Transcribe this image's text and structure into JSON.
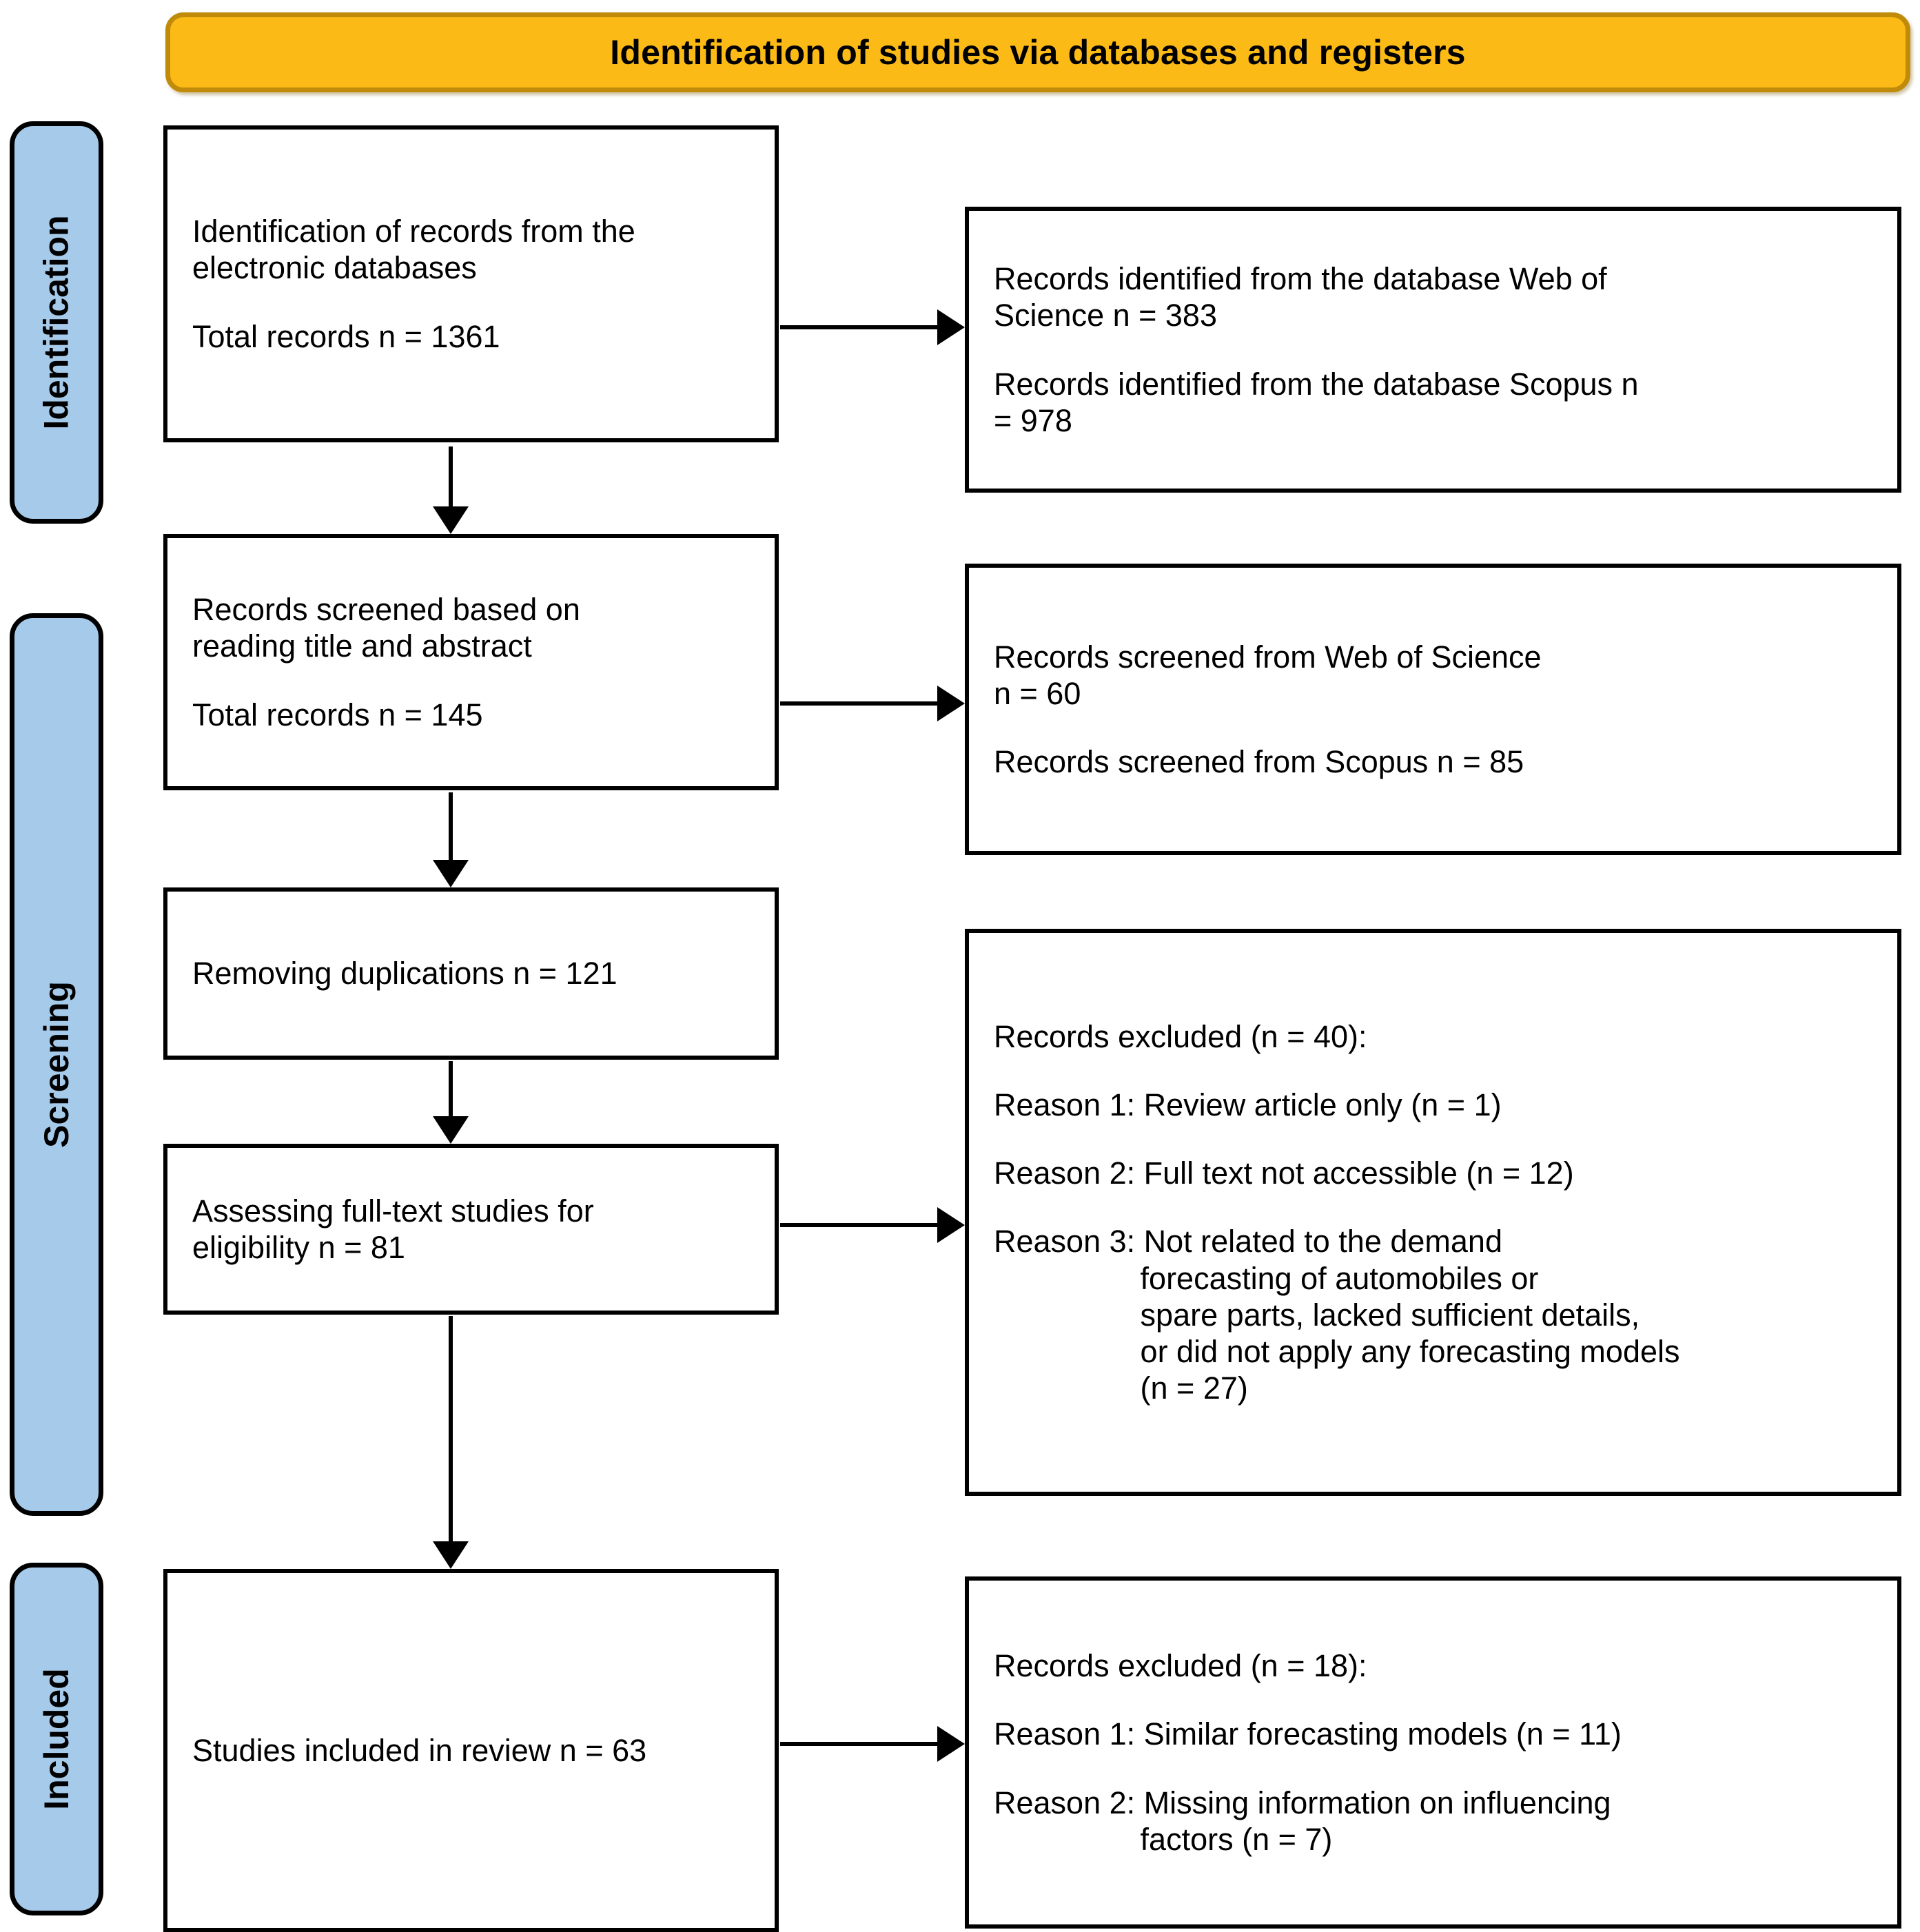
{
  "banner": {
    "title": "Identification of studies via databases and registers",
    "fill_color": "#FBBA16",
    "border_color": "#C08A0A"
  },
  "stages": {
    "identification": "Identification",
    "screening": "Screening",
    "included": "Included",
    "fill_color": "#A6CAEA"
  },
  "boxes": {
    "identification_left": {
      "line1": "Identification of records from the\nelectronic databases",
      "line2": "Total records n = 1361"
    },
    "identification_right": {
      "line1": "Records identified from the database Web of\nScience n = 383",
      "line2": "Records identified from the database Scopus n\n= 978"
    },
    "screening_left": {
      "line1": "Records screened based on\nreading title and abstract",
      "line2": "Total records n = 145"
    },
    "screening_right": {
      "line1": "Records screened from Web of Science\nn = 60",
      "line2": "Records screened from Scopus n = 85"
    },
    "duplications": {
      "line1": "Removing duplications n = 121"
    },
    "excluded_40": {
      "heading": "Records excluded (n = 40):",
      "reason1": "Reason 1: Review article only (n = 1)",
      "reason2": "Reason 2: Full text not accessible (n = 12)",
      "reason3": "Reason 3: Not related to the demand\n                 forecasting of automobiles or\n                 spare parts, lacked sufficient details,\n                 or did not apply any forecasting models\n                 (n = 27)"
    },
    "fulltext": {
      "line1": "Assessing full-text studies for\neligibility n = 81"
    },
    "included_left": {
      "line1": "Studies included in review n = 63"
    },
    "excluded_18": {
      "heading": "Records excluded (n = 18):",
      "reason1": "Reason 1: Similar forecasting models (n = 11)",
      "reason2": "Reason 2: Missing information on influencing\n                 factors (n = 7)"
    }
  },
  "chart_data": {
    "type": "diagram",
    "title": "Identification of studies via databases and registers",
    "nodes": [
      {
        "id": "identification_total",
        "stage": "Identification",
        "label": "Identification of records from the electronic databases",
        "n": 1361
      },
      {
        "id": "identification_wos",
        "stage": "Identification",
        "label": "Records identified from the database Web of Science",
        "n": 383
      },
      {
        "id": "identification_scopus",
        "stage": "Identification",
        "label": "Records identified from the database Scopus",
        "n": 978
      },
      {
        "id": "screened_total",
        "stage": "Screening",
        "label": "Records screened based on reading title and abstract",
        "n": 145
      },
      {
        "id": "screened_wos",
        "stage": "Screening",
        "label": "Records screened from Web of Science",
        "n": 60
      },
      {
        "id": "screened_scopus",
        "stage": "Screening",
        "label": "Records screened from Scopus",
        "n": 85
      },
      {
        "id": "duplications_removed",
        "stage": "Screening",
        "label": "Removing duplications",
        "n": 121
      },
      {
        "id": "excluded_screening",
        "stage": "Screening",
        "label": "Records excluded",
        "n": 40
      },
      {
        "id": "excluded_screening_r1",
        "stage": "Screening",
        "label": "Reason 1: Review article only",
        "n": 1
      },
      {
        "id": "excluded_screening_r2",
        "stage": "Screening",
        "label": "Reason 2: Full text not accessible",
        "n": 12
      },
      {
        "id": "excluded_screening_r3",
        "stage": "Screening",
        "label": "Reason 3: Not related to the demand forecasting of automobiles or spare parts, lacked sufficient details, or did not apply any forecasting models",
        "n": 27
      },
      {
        "id": "fulltext_assessed",
        "stage": "Screening",
        "label": "Assessing full-text studies for eligibility",
        "n": 81
      },
      {
        "id": "included_studies",
        "stage": "Included",
        "label": "Studies included in review",
        "n": 63
      },
      {
        "id": "excluded_included",
        "stage": "Included",
        "label": "Records excluded",
        "n": 18
      },
      {
        "id": "excluded_included_r1",
        "stage": "Included",
        "label": "Reason 1: Similar forecasting models",
        "n": 11
      },
      {
        "id": "excluded_included_r2",
        "stage": "Included",
        "label": "Reason 2: Missing information on influencing factors",
        "n": 7
      }
    ],
    "edges": [
      {
        "from": "identification_total",
        "to": "identification_wos"
      },
      {
        "from": "identification_total",
        "to": "screened_total"
      },
      {
        "from": "screened_total",
        "to": "screened_wos"
      },
      {
        "from": "screened_total",
        "to": "duplications_removed"
      },
      {
        "from": "duplications_removed",
        "to": "fulltext_assessed"
      },
      {
        "from": "fulltext_assessed",
        "to": "excluded_screening"
      },
      {
        "from": "fulltext_assessed",
        "to": "included_studies"
      },
      {
        "from": "included_studies",
        "to": "excluded_included"
      }
    ]
  }
}
